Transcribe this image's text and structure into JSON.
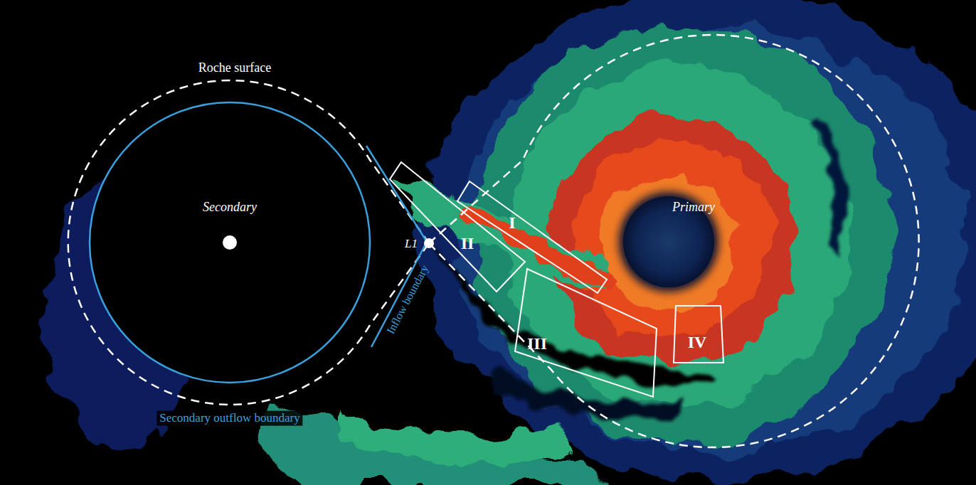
{
  "diagram": {
    "nodes": [
      {
        "text": [
          "Secondary"
        ]
      },
      {
        "text": [
          "Primary"
        ]
      },
      {
        "text": [
          "I"
        ]
      },
      {
        "text": [
          "II"
        ]
      },
      {
        "text": [
          "III"
        ]
      },
      {
        "text": [
          "IV"
        ]
      }
    ],
    "labels": [
      "Roche surface",
      "L1",
      "Inflow boundary",
      "Secondary outflow boundary"
    ]
  }
}
